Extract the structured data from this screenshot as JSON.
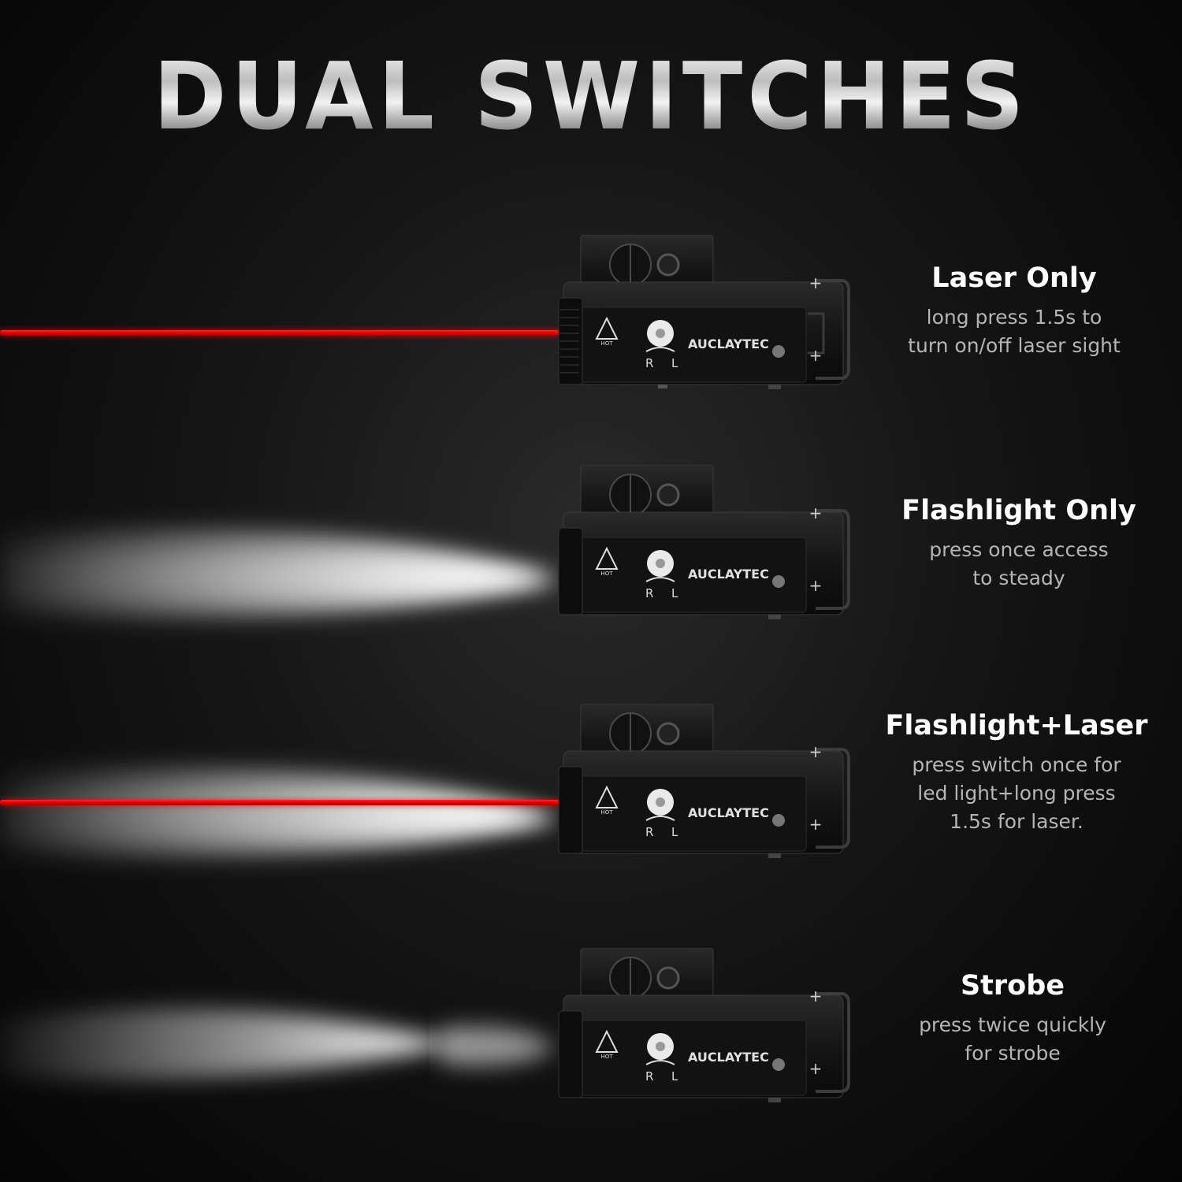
{
  "headline": "DUAL SWITCHES",
  "modes": [
    {
      "title": "Laser Only",
      "desc_lines": [
        "long press 1.5s to",
        "turn on/off laser sight"
      ],
      "flashlight": false,
      "laser": true
    },
    {
      "title": "Flashlight Only",
      "desc_lines": [
        "press once access",
        "to steady"
      ],
      "flashlight": true,
      "laser": false
    },
    {
      "title": "Flashlight+Laser",
      "desc_lines": [
        "press switch once for",
        "led light+long press",
        "1.5s for laser."
      ],
      "flashlight": true,
      "laser": true
    },
    {
      "title": "Strobe",
      "desc_lines": [
        "press twice quickly",
        "for strobe"
      ],
      "flashlight": true,
      "laser": false
    }
  ],
  "device": {
    "brand": "AUCLAYTEC",
    "hot_label": "HOT",
    "switch_right": "R",
    "switch_left": "L"
  },
  "colors": {
    "laser": "#e00000",
    "background": "#0a0a0a",
    "body": "#161616"
  }
}
